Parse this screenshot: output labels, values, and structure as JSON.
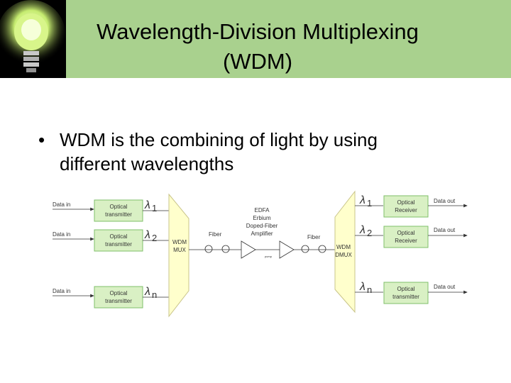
{
  "slide": {
    "title_line1": "Wavelength-Division Multiplexing",
    "title_line2": "(WDM)",
    "bullet_symbol": "•",
    "bullet_text": "WDM is the combining of light by using different wavelengths"
  },
  "diagram": {
    "inputs": [
      {
        "data_label": "Data in",
        "block_line1": "Optical",
        "block_line2": "transmitter",
        "lambda_sub": "1"
      },
      {
        "data_label": "Data in",
        "block_line1": "Optical",
        "block_line2": "transmitter",
        "lambda_sub": "2"
      },
      {
        "data_label": "Data in",
        "block_line1": "Optical",
        "block_line2": "transmitter",
        "lambda_sub": "n"
      }
    ],
    "mux_line1": "WDM",
    "mux_line2": "MUX",
    "fiber_left": "Fiber",
    "fiber_right": "Fiber",
    "amp_line1": "EDFA",
    "amp_line2": "Erbium",
    "amp_line3": "Doped-Fiber",
    "amp_line4": "Amplifier",
    "pump_label": "pump",
    "demux_line1": "WDM",
    "demux_line2": "DMUX",
    "outputs": [
      {
        "data_label": "Data out",
        "block_line1": "Optical",
        "block_line2": "Receiver",
        "lambda_sub": "1"
      },
      {
        "data_label": "Data out",
        "block_line1": "Optical",
        "block_line2": "Receiver",
        "lambda_sub": "2"
      },
      {
        "data_label": "Data out",
        "block_line1": "Optical",
        "block_line2": "transmitter",
        "lambda_sub": "n"
      }
    ],
    "lambda_symbol": "λ",
    "colors": {
      "header": "#a9d18e",
      "block_fill": "#d9f0c4",
      "block_edge": "#7fbf6a",
      "mux_fill": "#ffffcc"
    }
  }
}
